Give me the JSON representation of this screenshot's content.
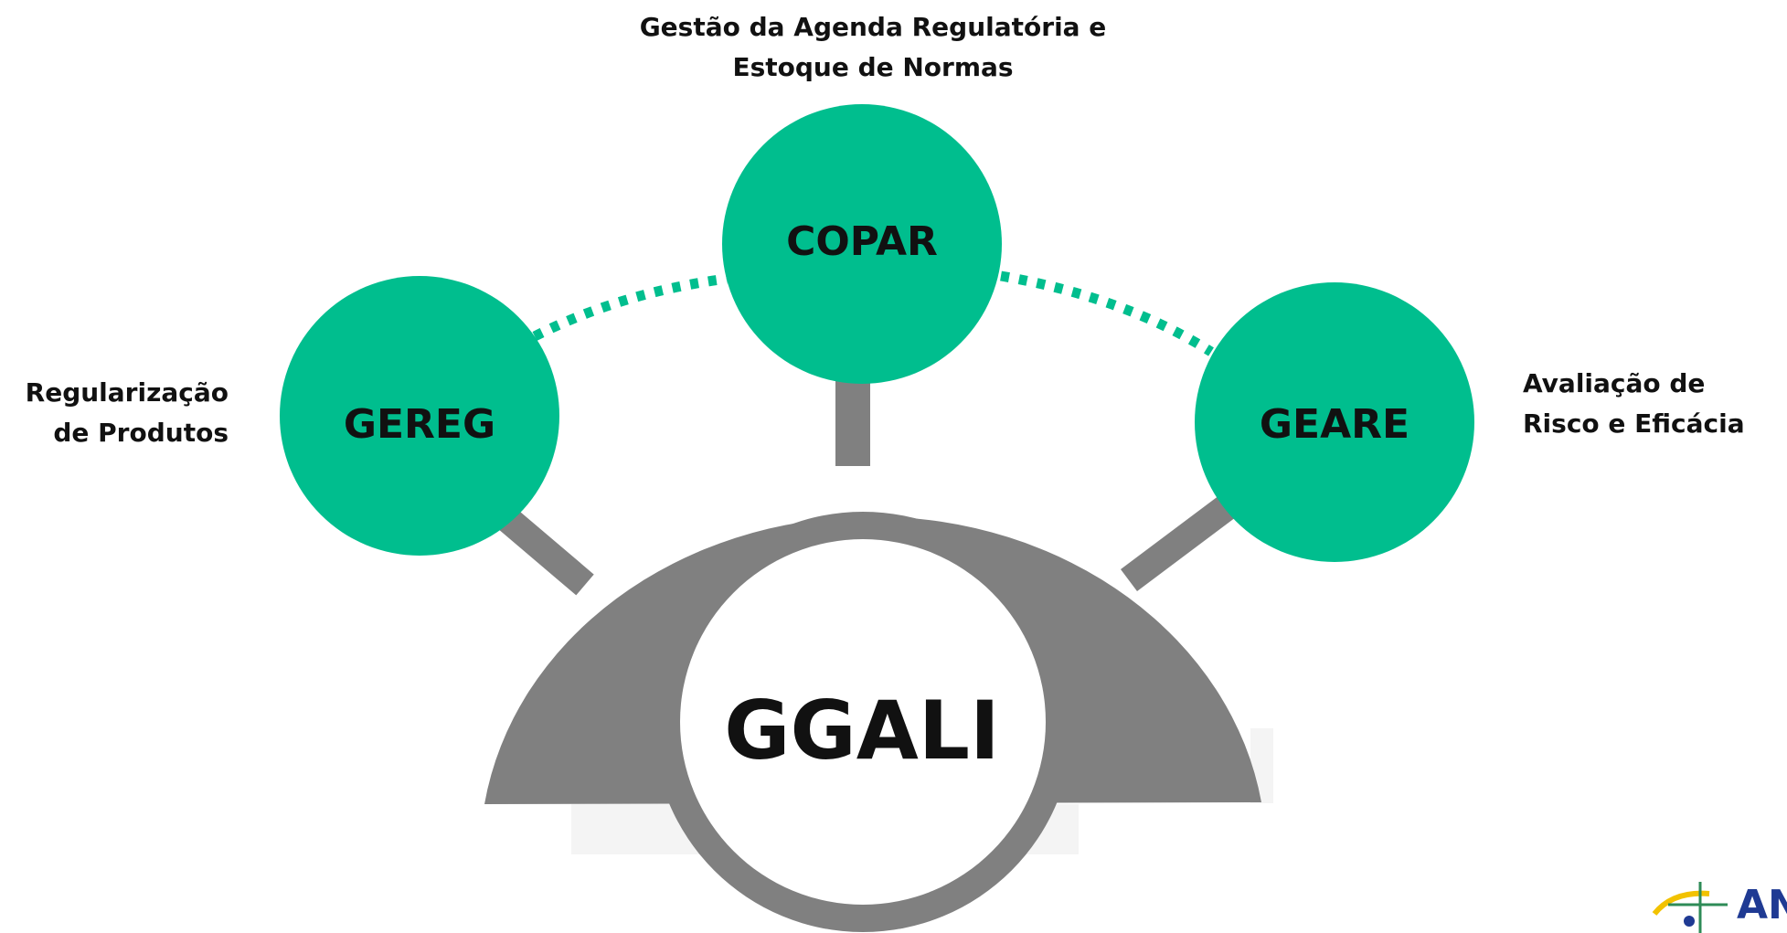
{
  "diagram": {
    "center": {
      "label": "GGALI"
    },
    "nodes": [
      {
        "id": "gereg",
        "label": "GEREG",
        "description": [
          "Regularização",
          "de Produtos"
        ]
      },
      {
        "id": "copar",
        "label": "COPAR",
        "description": [
          "Gestão da Agenda Regulatória e",
          "Estoque de Normas"
        ]
      },
      {
        "id": "geare",
        "label": "GEARE",
        "description": [
          "Avaliação de",
          "Risco e Eficácia"
        ]
      }
    ],
    "links": [
      {
        "from": "gereg",
        "to": "copar",
        "style": "dotted"
      },
      {
        "from": "copar",
        "to": "geare",
        "style": "dotted"
      }
    ]
  },
  "logo": {
    "text": "AN"
  },
  "colors": {
    "node_fill": "#00be8e",
    "hub_gray": "#808080",
    "text_dark": "#111111",
    "logo_blue": "#1f3a93",
    "logo_yellow": "#f2c200"
  }
}
